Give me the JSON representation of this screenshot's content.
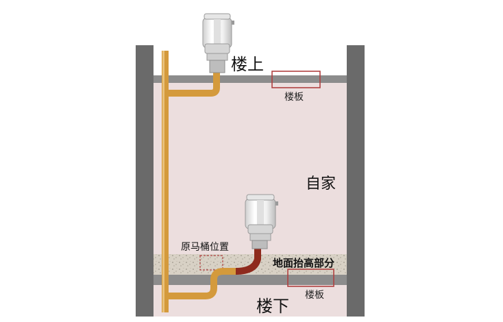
{
  "labels": {
    "upstairs": "楼上",
    "floor_slab_top": "楼板",
    "own_home": "自家",
    "original_toilet_position": "原马桶位置",
    "raised_floor_part": "地面抬高部分",
    "downstairs": "楼下",
    "floor_slab_bottom": "楼板"
  },
  "colors": {
    "wall": "#686868",
    "room_fill": "#ecdede",
    "slab": "#8a8a8a",
    "raised_floor": "#d7d0c4",
    "pipe_gold": "#d49a3c",
    "pipe_red": "#8e2a1d",
    "marker_red": "#b04040",
    "text": "#111111",
    "toilet_white": "#f2f2f2"
  }
}
